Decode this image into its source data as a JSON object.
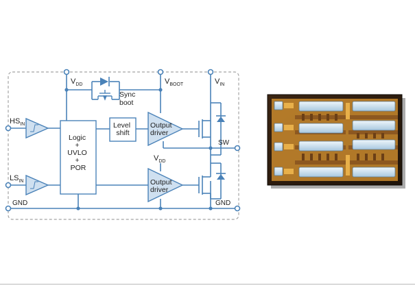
{
  "diagram": {
    "terminals": {
      "hs_in": {
        "main": "HS",
        "sub": "IN"
      },
      "ls_in": {
        "main": "LS",
        "sub": "IN"
      },
      "gnd_left": "GND",
      "vdd_top": {
        "main": "V",
        "sub": "DD"
      },
      "vboot": {
        "main": "V",
        "sub": "BOOT"
      },
      "vin": {
        "main": "V",
        "sub": "IN"
      },
      "sw": "SW",
      "gnd_right": "GND",
      "vdd_mid": {
        "main": "V",
        "sub": "DD"
      }
    },
    "sync_boot": [
      "Sync",
      "boot"
    ],
    "logic_block": [
      "Logic",
      "+",
      "UVLO",
      "+",
      "POR"
    ],
    "level_shift": [
      "Level",
      "shift"
    ],
    "output_driver_high": [
      "Output",
      "driver"
    ],
    "output_driver_low": [
      "Output",
      "driver"
    ]
  },
  "colors": {
    "wire": "#4a82b8",
    "boundary": "#9a9a9a",
    "block_fill": "#ffffff",
    "buffer_fill": "#cfe0f0",
    "die_background": "#2a1a10",
    "die_copper": "#c98a2e",
    "die_pad": "#cfe4f2"
  }
}
